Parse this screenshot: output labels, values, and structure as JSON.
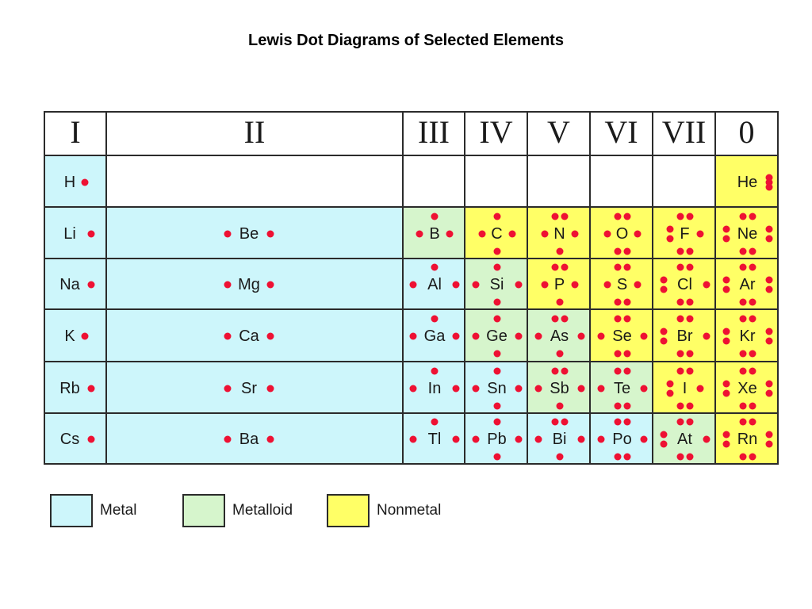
{
  "title": "Lewis Dot Diagrams of Selected Elements",
  "colors": {
    "metal": "#cdf6fb",
    "metalloid": "#d6f5cc",
    "nonmetal": "#ffff66",
    "dot": "#ee1133",
    "border": "#2b2b2b"
  },
  "groups": [
    "I",
    "II",
    "III",
    "IV",
    "V",
    "VI",
    "VII",
    "0"
  ],
  "elements": [
    {
      "symbol": "H",
      "group": 0,
      "period": 1,
      "type": "metal",
      "dots": [
        "r1"
      ]
    },
    {
      "symbol": "He",
      "group": 7,
      "period": 1,
      "type": "nonmetal",
      "dots": [
        "r1",
        "r2"
      ]
    },
    {
      "symbol": "Li",
      "group": 0,
      "period": 2,
      "type": "metal",
      "dots": [
        "r1"
      ]
    },
    {
      "symbol": "Be",
      "group": 1,
      "period": 2,
      "type": "metal",
      "dots": [
        "l1",
        "r1"
      ]
    },
    {
      "symbol": "B",
      "group": 2,
      "period": 2,
      "type": "metalloid",
      "dots": [
        "t1",
        "l1",
        "r1"
      ]
    },
    {
      "symbol": "C",
      "group": 3,
      "period": 2,
      "type": "nonmetal",
      "dots": [
        "t1",
        "l1",
        "r1",
        "b1"
      ]
    },
    {
      "symbol": "N",
      "group": 4,
      "period": 2,
      "type": "nonmetal",
      "dots": [
        "t2",
        "l1",
        "r1",
        "b1"
      ]
    },
    {
      "symbol": "O",
      "group": 5,
      "period": 2,
      "type": "nonmetal",
      "dots": [
        "t2",
        "l1",
        "r1",
        "b2"
      ]
    },
    {
      "symbol": "F",
      "group": 6,
      "period": 2,
      "type": "nonmetal",
      "dots": [
        "t2",
        "l2",
        "r1",
        "b2"
      ]
    },
    {
      "symbol": "Ne",
      "group": 7,
      "period": 2,
      "type": "nonmetal",
      "dots": [
        "t2",
        "l2",
        "r2",
        "b2"
      ]
    },
    {
      "symbol": "Na",
      "group": 0,
      "period": 3,
      "type": "metal",
      "dots": [
        "r1"
      ]
    },
    {
      "symbol": "Mg",
      "group": 1,
      "period": 3,
      "type": "metal",
      "dots": [
        "l1",
        "r1"
      ]
    },
    {
      "symbol": "Al",
      "group": 2,
      "period": 3,
      "type": "metal",
      "dots": [
        "t1",
        "l1",
        "r1"
      ]
    },
    {
      "symbol": "Si",
      "group": 3,
      "period": 3,
      "type": "metalloid",
      "dots": [
        "t1",
        "l1",
        "r1",
        "b1"
      ]
    },
    {
      "symbol": "P",
      "group": 4,
      "period": 3,
      "type": "nonmetal",
      "dots": [
        "t2",
        "l1",
        "r1",
        "b1"
      ]
    },
    {
      "symbol": "S",
      "group": 5,
      "period": 3,
      "type": "nonmetal",
      "dots": [
        "t2",
        "l1",
        "r1",
        "b2"
      ]
    },
    {
      "symbol": "Cl",
      "group": 6,
      "period": 3,
      "type": "nonmetal",
      "dots": [
        "t2",
        "l2",
        "r1",
        "b2"
      ]
    },
    {
      "symbol": "Ar",
      "group": 7,
      "period": 3,
      "type": "nonmetal",
      "dots": [
        "t2",
        "l2",
        "r2",
        "b2"
      ]
    },
    {
      "symbol": "K",
      "group": 0,
      "period": 4,
      "type": "metal",
      "dots": [
        "r1"
      ]
    },
    {
      "symbol": "Ca",
      "group": 1,
      "period": 4,
      "type": "metal",
      "dots": [
        "l1",
        "r1"
      ]
    },
    {
      "symbol": "Ga",
      "group": 2,
      "period": 4,
      "type": "metal",
      "dots": [
        "t1",
        "l1",
        "r1"
      ]
    },
    {
      "symbol": "Ge",
      "group": 3,
      "period": 4,
      "type": "metalloid",
      "dots": [
        "t1",
        "l1",
        "r1",
        "b1"
      ]
    },
    {
      "symbol": "As",
      "group": 4,
      "period": 4,
      "type": "metalloid",
      "dots": [
        "t2",
        "l1",
        "r1",
        "b1"
      ]
    },
    {
      "symbol": "Se",
      "group": 5,
      "period": 4,
      "type": "nonmetal",
      "dots": [
        "t2",
        "l1",
        "r1",
        "b2"
      ]
    },
    {
      "symbol": "Br",
      "group": 6,
      "period": 4,
      "type": "nonmetal",
      "dots": [
        "t2",
        "l2",
        "r1",
        "b2"
      ]
    },
    {
      "symbol": "Kr",
      "group": 7,
      "period": 4,
      "type": "nonmetal",
      "dots": [
        "t2",
        "l2",
        "r2",
        "b2"
      ]
    },
    {
      "symbol": "Rb",
      "group": 0,
      "period": 5,
      "type": "metal",
      "dots": [
        "r1"
      ]
    },
    {
      "symbol": "Sr",
      "group": 1,
      "period": 5,
      "type": "metal",
      "dots": [
        "l1",
        "r1"
      ]
    },
    {
      "symbol": "In",
      "group": 2,
      "period": 5,
      "type": "metal",
      "dots": [
        "t1",
        "l1",
        "r1"
      ]
    },
    {
      "symbol": "Sn",
      "group": 3,
      "period": 5,
      "type": "metal",
      "dots": [
        "t1",
        "l1",
        "r1",
        "b1"
      ]
    },
    {
      "symbol": "Sb",
      "group": 4,
      "period": 5,
      "type": "metalloid",
      "dots": [
        "t2",
        "l1",
        "r1",
        "b1"
      ]
    },
    {
      "symbol": "Te",
      "group": 5,
      "period": 5,
      "type": "metalloid",
      "dots": [
        "t2",
        "l1",
        "r1",
        "b2"
      ]
    },
    {
      "symbol": "I",
      "group": 6,
      "period": 5,
      "type": "nonmetal",
      "dots": [
        "t2",
        "l2",
        "r1",
        "b2"
      ]
    },
    {
      "symbol": "Xe",
      "group": 7,
      "period": 5,
      "type": "nonmetal",
      "dots": [
        "t2",
        "l2",
        "r2",
        "b2"
      ]
    },
    {
      "symbol": "Cs",
      "group": 0,
      "period": 6,
      "type": "metal",
      "dots": [
        "r1"
      ]
    },
    {
      "symbol": "Ba",
      "group": 1,
      "period": 6,
      "type": "metal",
      "dots": [
        "l1",
        "r1"
      ]
    },
    {
      "symbol": "Tl",
      "group": 2,
      "period": 6,
      "type": "metal",
      "dots": [
        "t1",
        "l1",
        "r1"
      ]
    },
    {
      "symbol": "Pb",
      "group": 3,
      "period": 6,
      "type": "metal",
      "dots": [
        "t1",
        "l1",
        "r1",
        "b1"
      ]
    },
    {
      "symbol": "Bi",
      "group": 4,
      "period": 6,
      "type": "metal",
      "dots": [
        "t2",
        "l1",
        "r1",
        "b1"
      ]
    },
    {
      "symbol": "Po",
      "group": 5,
      "period": 6,
      "type": "metal",
      "dots": [
        "t2",
        "l1",
        "r1",
        "b2"
      ]
    },
    {
      "symbol": "At",
      "group": 6,
      "period": 6,
      "type": "metalloid",
      "dots": [
        "t2",
        "l2",
        "r1",
        "b2"
      ]
    },
    {
      "symbol": "Rn",
      "group": 7,
      "period": 6,
      "type": "nonmetal",
      "dots": [
        "t2",
        "l2",
        "r2",
        "b2"
      ]
    }
  ],
  "legend": [
    {
      "type": "metal",
      "label": "Metal"
    },
    {
      "type": "metalloid",
      "label": "Metalloid"
    },
    {
      "type": "nonmetal",
      "label": "Nonmetal"
    }
  ]
}
